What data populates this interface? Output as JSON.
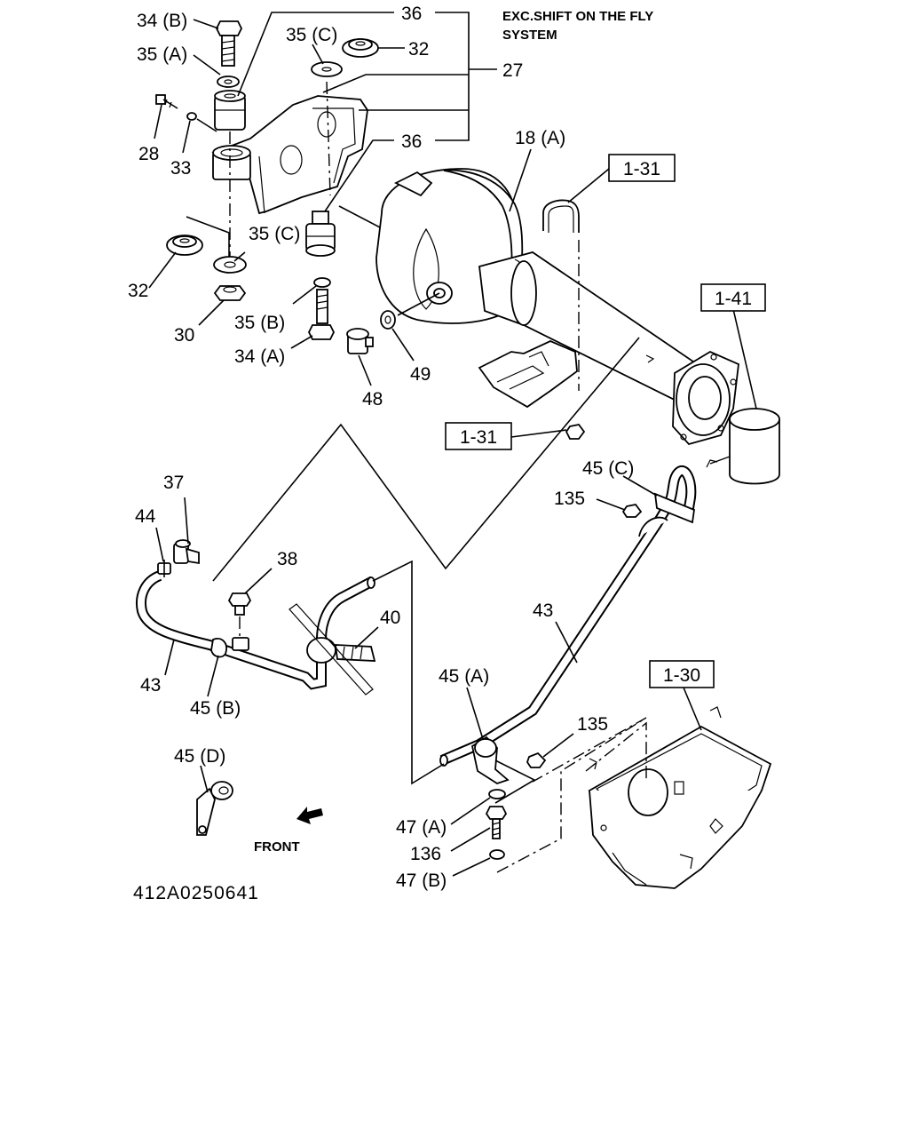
{
  "diagram": {
    "note_line1": "EXC.SHIFT ON THE FLY",
    "note_line2": "SYSTEM",
    "drawing_code": "412A0250641",
    "front_label": "FRONT",
    "callouts": {
      "c34b": "34 (B)",
      "c35a": "35 (A)",
      "c36top": "36",
      "c35c_top": "35 (C)",
      "c32_top": "32",
      "c27": "27",
      "c28": "28",
      "c33": "33",
      "c36mid": "36",
      "c18a": "18 (A)",
      "c35c_bot": "35 (C)",
      "c32_bot": "32",
      "c30": "30",
      "c35b": "35 (B)",
      "c34a": "34 (A)",
      "c49": "49",
      "c48": "48",
      "c45c": "45 (C)",
      "c135_top": "135",
      "c37": "37",
      "c44": "44",
      "c38": "38",
      "c40": "40",
      "c43_left": "43",
      "c45b": "45 (B)",
      "c43_right": "43",
      "c45a": "45 (A)",
      "c135_bot": "135",
      "c45d": "45 (D)",
      "c47a": "47 (A)",
      "c136": "136",
      "c47b": "47 (B)"
    },
    "ref_boxes": {
      "r131_top": "1-31",
      "r141": "1-41",
      "r131_bot": "1-31",
      "r130": "1-30"
    }
  }
}
